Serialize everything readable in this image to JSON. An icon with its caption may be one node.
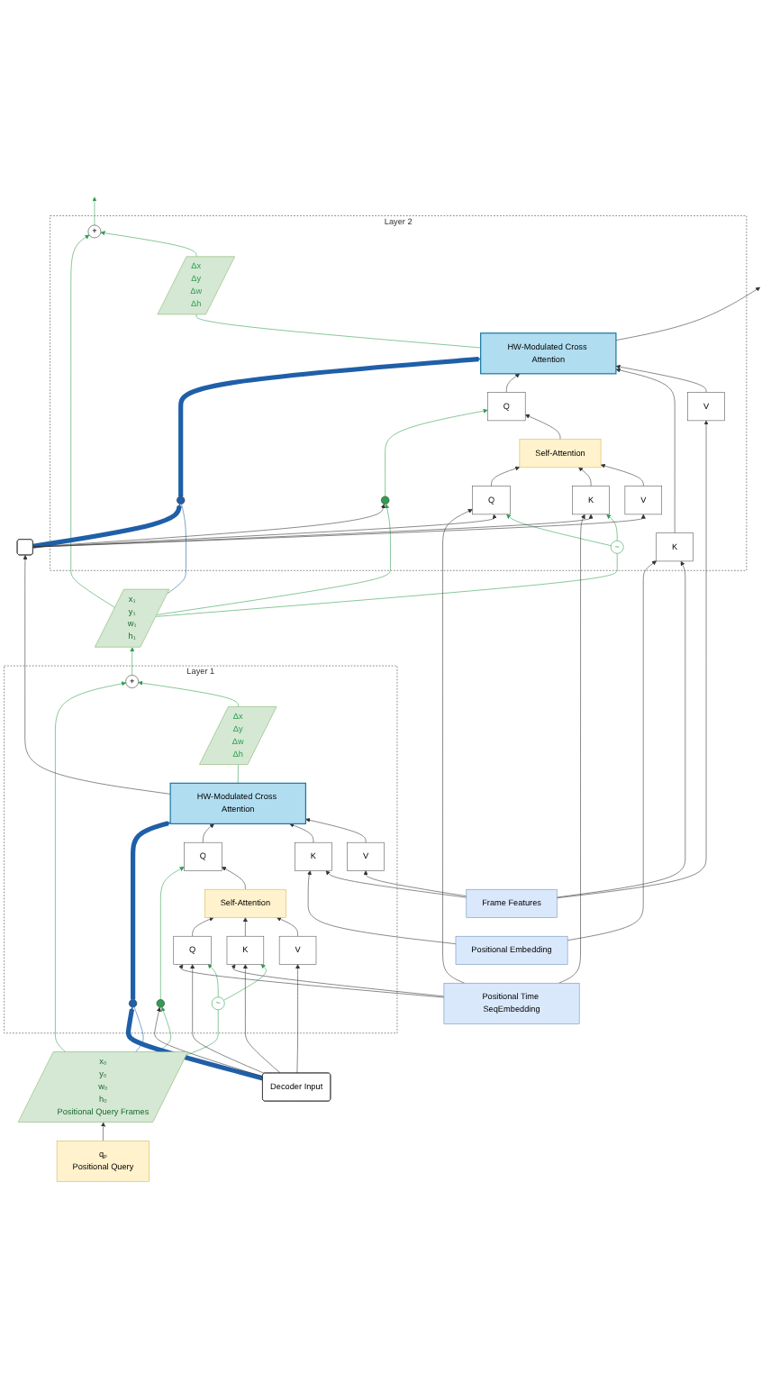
{
  "diagram": {
    "nodes": [
      {
        "text": [
          "Layer 2"
        ]
      },
      {
        "text": [
          "Δx",
          "Δy",
          "Δw",
          "Δh"
        ],
        "in": 0
      },
      {
        "text": [
          "+"
        ],
        "in": 0
      },
      {
        "text": [
          "HW-Modulated Cross Attention"
        ],
        "in": 0
      },
      {
        "text": [],
        "shape": "circle",
        "in": 0
      },
      {
        "text": [
          "V"
        ],
        "in": 0
      },
      {
        "text": [
          "K"
        ],
        "in": 0
      },
      {
        "text": [
          "Q"
        ],
        "in": 0
      },
      {
        "text": [],
        "shape": "circle",
        "in": 0
      },
      {
        "text": [
          "Self-Attention"
        ],
        "in": 0
      },
      {
        "text": [
          "V"
        ],
        "in": 0
      },
      {
        "text": [
          "K"
        ],
        "in": 0
      },
      {
        "text": [
          "Q"
        ],
        "in": 0
      },
      {
        "text": [
          "~"
        ],
        "in": 0
      },
      {
        "text": [],
        "shape": "box"
      },
      {
        "text": [
          "x₁",
          "y₁",
          "w₁",
          "h₁"
        ]
      },
      {
        "text": [
          "Layer 1"
        ]
      },
      {
        "text": [
          "Δx",
          "Δy",
          "Δw",
          "Δh"
        ],
        "in": 16
      },
      {
        "text": [
          "+"
        ],
        "in": 16
      },
      {
        "text": [
          "HW-Modulated Cross Attention"
        ],
        "in": 16
      },
      {
        "text": [],
        "shape": "circle",
        "in": 16
      },
      {
        "text": [
          "V"
        ],
        "in": 16
      },
      {
        "text": [
          "K"
        ],
        "in": 16
      },
      {
        "text": [
          "Q"
        ],
        "in": 16
      },
      {
        "text": [],
        "shape": "circle",
        "in": 16
      },
      {
        "text": [
          "Self-Attention"
        ],
        "in": 16
      },
      {
        "text": [
          "V"
        ],
        "in": 16
      },
      {
        "text": [
          "K"
        ],
        "in": 16
      },
      {
        "text": [
          "Q"
        ],
        "in": 16
      },
      {
        "text": [
          "~"
        ],
        "in": 16
      },
      {
        "text": [
          "Frame Features"
        ]
      },
      {
        "text": [
          "Positional Embedding"
        ]
      },
      {
        "text": [
          "Positional Time SeqEmbedding"
        ]
      },
      {
        "text": [
          "Decoder Input"
        ]
      },
      {
        "text": [
          "x₀",
          "y₀",
          "w₀",
          "h₀",
          "Positional Query Frames"
        ]
      },
      {
        "text": [
          "qₚ",
          "Positional Query"
        ]
      }
    ],
    "edges": [
      {
        "from": 5,
        "to": 3,
        "arrow": "to"
      },
      {
        "from": 6,
        "to": 3,
        "arrow": "to"
      },
      {
        "from": 7,
        "to": 3,
        "arrow": "to"
      },
      {
        "from": 4,
        "to": 3,
        "arrow": "to",
        "style": "thick",
        "color": "#1f5fa8"
      },
      {
        "from": 9,
        "to": 7,
        "arrow": "to"
      },
      {
        "from": 8,
        "to": 7,
        "arrow": "to",
        "color": "#2e9e4f"
      },
      {
        "from": 10,
        "to": 9,
        "arrow": "to"
      },
      {
        "from": 11,
        "to": 9,
        "arrow": "to"
      },
      {
        "from": 12,
        "to": 9,
        "arrow": "to"
      },
      {
        "from": 13,
        "to": 11,
        "arrow": "to",
        "color": "#2e9e4f"
      },
      {
        "from": 13,
        "to": 12,
        "arrow": "to",
        "color": "#2e9e4f"
      },
      {
        "from": 3,
        "to": 1,
        "arrow": "none",
        "color": "#2e9e4f"
      },
      {
        "from": 1,
        "to": 2,
        "arrow": "to",
        "color": "#2e9e4f"
      },
      {
        "from": 15,
        "to": 2,
        "arrow": "to",
        "color": "#2e9e4f"
      },
      {
        "from": 15,
        "to": 13,
        "arrow": "none",
        "color": "#2e9e4f"
      },
      {
        "from": 15,
        "to": 8,
        "arrow": "to",
        "color": "#2e9e4f"
      },
      {
        "from": 15,
        "to": 4,
        "arrow": "none",
        "color": "#1f5fa8"
      },
      {
        "from": 14,
        "to": 4,
        "arrow": "to",
        "style": "thick",
        "color": "#1f5fa8"
      },
      {
        "from": 14,
        "to": 8,
        "arrow": "to"
      },
      {
        "from": 14,
        "to": 10,
        "arrow": "to"
      },
      {
        "from": 14,
        "to": 11,
        "arrow": "to"
      },
      {
        "from": 14,
        "to": 12,
        "arrow": "to"
      },
      {
        "from": 30,
        "to": 5,
        "arrow": "to"
      },
      {
        "from": 30,
        "to": 6,
        "arrow": "to"
      },
      {
        "from": 31,
        "to": 6,
        "arrow": "to"
      },
      {
        "from": 32,
        "to": 11,
        "arrow": "to"
      },
      {
        "from": 32,
        "to": 12,
        "arrow": "to"
      },
      {
        "from": 3,
        "to": null,
        "arrow": "to"
      },
      {
        "from": 2,
        "to": null,
        "arrow": "to",
        "color": "#2e9e4f"
      },
      {
        "from": 21,
        "to": 19,
        "arrow": "to"
      },
      {
        "from": 22,
        "to": 19,
        "arrow": "to"
      },
      {
        "from": 23,
        "to": 19,
        "arrow": "to"
      },
      {
        "from": 20,
        "to": 19,
        "arrow": "to",
        "style": "thick",
        "color": "#1f5fa8"
      },
      {
        "from": 25,
        "to": 23,
        "arrow": "to"
      },
      {
        "from": 24,
        "to": 23,
        "arrow": "to",
        "color": "#2e9e4f"
      },
      {
        "from": 26,
        "to": 25,
        "arrow": "to"
      },
      {
        "from": 27,
        "to": 25,
        "arrow": "to"
      },
      {
        "from": 28,
        "to": 25,
        "arrow": "to"
      },
      {
        "from": 29,
        "to": 27,
        "arrow": "to",
        "color": "#2e9e4f"
      },
      {
        "from": 29,
        "to": 28,
        "arrow": "to",
        "color": "#2e9e4f"
      },
      {
        "from": 19,
        "to": 17,
        "arrow": "none",
        "color": "#2e9e4f"
      },
      {
        "from": 17,
        "to": 18,
        "arrow": "to",
        "color": "#2e9e4f"
      },
      {
        "from": 34,
        "to": 18,
        "arrow": "to",
        "color": "#2e9e4f"
      },
      {
        "from": 34,
        "to": 29,
        "arrow": "none",
        "color": "#2e9e4f"
      },
      {
        "from": 34,
        "to": 24,
        "arrow": "to",
        "color": "#2e9e4f"
      },
      {
        "from": 34,
        "to": 20,
        "arrow": "none",
        "color": "#1f5fa8"
      },
      {
        "from": 33,
        "to": 20,
        "arrow": "to",
        "style": "thick",
        "color": "#1f5fa8"
      },
      {
        "from": 33,
        "to": 24,
        "arrow": "to"
      },
      {
        "from": 33,
        "to": 26,
        "arrow": "to"
      },
      {
        "from": 33,
        "to": 27,
        "arrow": "to"
      },
      {
        "from": 33,
        "to": 28,
        "arrow": "to"
      },
      {
        "from": 30,
        "to": 21,
        "arrow": "to"
      },
      {
        "from": 30,
        "to": 22,
        "arrow": "to"
      },
      {
        "from": 31,
        "to": 22,
        "arrow": "to"
      },
      {
        "from": 32,
        "to": 27,
        "arrow": "to"
      },
      {
        "from": 32,
        "to": 28,
        "arrow": "to"
      },
      {
        "from": 19,
        "to": 14,
        "arrow": "to"
      },
      {
        "from": 18,
        "to": 15,
        "arrow": "to",
        "color": "#2e9e4f"
      },
      {
        "from": 35,
        "to": 34,
        "arrow": "to"
      }
    ]
  }
}
